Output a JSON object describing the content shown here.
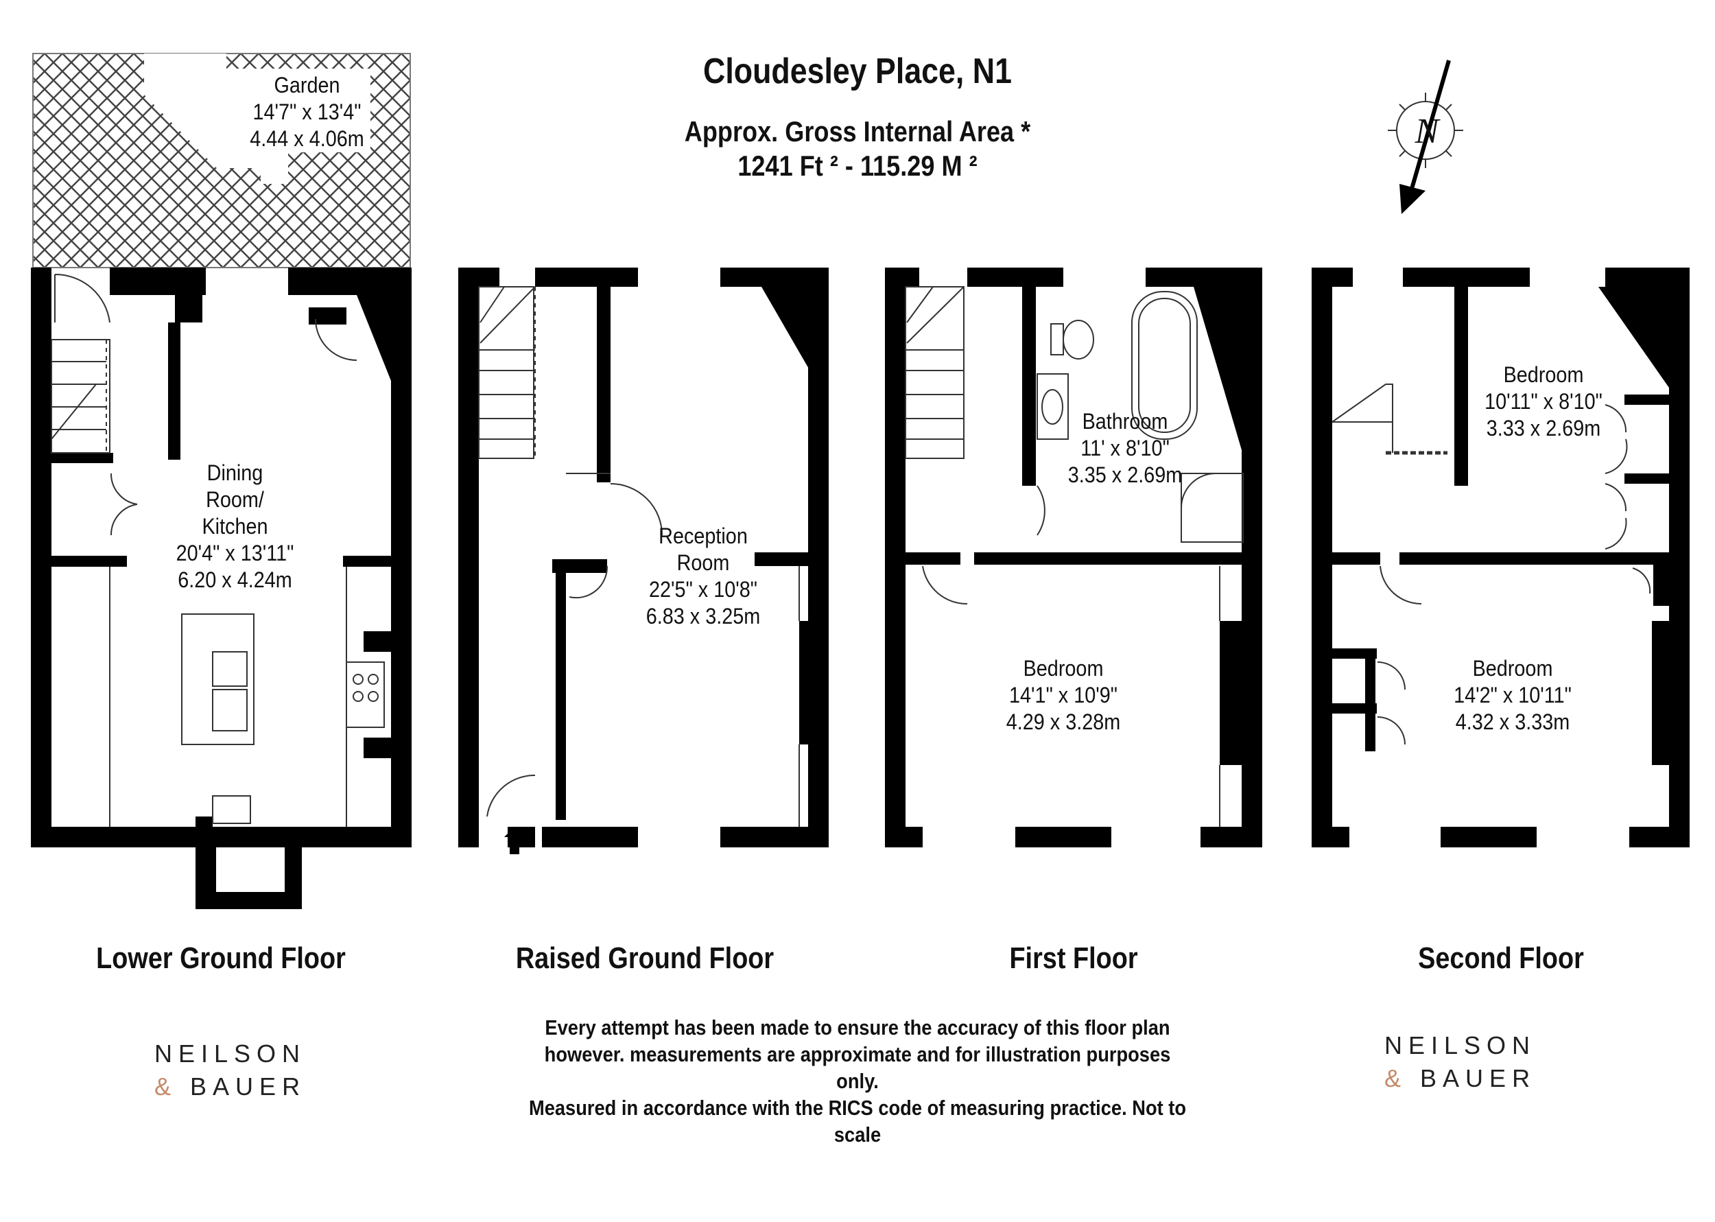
{
  "title": "Cloudesley Place, N1",
  "area_label": "Approx. Gross Internal Area *",
  "area_value": "1241 Ft ²  -  115.29 M ²",
  "compass_label": "N",
  "floors": [
    {
      "label": "Lower Ground Floor"
    },
    {
      "label": "Raised Ground Floor"
    },
    {
      "label": "First Floor"
    },
    {
      "label": "Second Floor"
    }
  ],
  "rooms": {
    "garden": {
      "name": "Garden",
      "imperial": "14'7\" x 13'4\"",
      "metric": "4.44 x 4.06m"
    },
    "dining": {
      "line1": "Dining",
      "line2": "Room/",
      "line3": "Kitchen",
      "imperial": "20'4\" x 13'11\"",
      "metric": "6.20 x 4.24m"
    },
    "reception": {
      "line1": "Reception",
      "line2": "Room",
      "imperial": "22'5\" x 10'8\"",
      "metric": "6.83 x 3.25m"
    },
    "bathroom": {
      "name": "Bathroom",
      "imperial": "11' x 8'10\"",
      "metric": "3.35 x 2.69m"
    },
    "bedroom1": {
      "name": "Bedroom",
      "imperial": "14'1\" x 10'9\"",
      "metric": "4.29 x 3.28m"
    },
    "bedroom2": {
      "name": "Bedroom",
      "imperial": "10'11\" x 8'10\"",
      "metric": "3.33 x 2.69m"
    },
    "bedroom3": {
      "name": "Bedroom",
      "imperial": "14'2\" x 10'11\"",
      "metric": "4.32 x 3.33m"
    }
  },
  "disclaimer": {
    "line1": "Every attempt has been made to ensure the accuracy of this floor plan",
    "line2": "however. measurements are approximate and for illustration purposes only.",
    "line3": "Measured in accordance with the RICS code of measuring practice. Not to scale"
  },
  "logo": {
    "line1": "NEILSON",
    "amp": "&",
    "line2": "BAUER"
  },
  "colors": {
    "wall": "#000000",
    "hatch": "#444444",
    "logo_accent": "#c48a6a"
  }
}
